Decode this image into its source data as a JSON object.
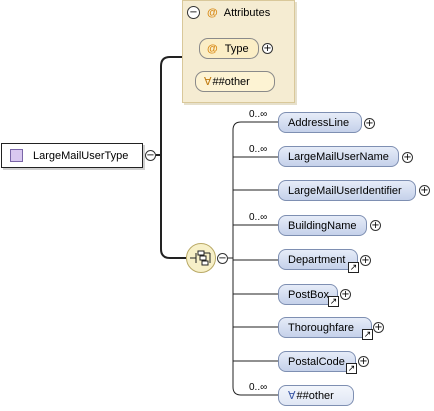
{
  "root": {
    "label": "LargeMailUserType",
    "type_icon": "complex-type-icon"
  },
  "attributes": {
    "title": "Attributes",
    "items": [
      {
        "label": "Type",
        "prefix": "@"
      },
      {
        "label": "##other",
        "prefix": "∀"
      }
    ]
  },
  "sequence": {
    "icon": "sequence-compositor-icon"
  },
  "children": [
    {
      "label": "AddressLine",
      "occurrence": "0..∞",
      "reference": false
    },
    {
      "label": "LargeMailUserName",
      "occurrence": "0..∞",
      "reference": false
    },
    {
      "label": "LargeMailUserIdentifier",
      "occurrence": "",
      "reference": false
    },
    {
      "label": "BuildingName",
      "occurrence": "0..∞",
      "reference": false
    },
    {
      "label": "Department",
      "occurrence": "",
      "reference": true
    },
    {
      "label": "PostBox",
      "occurrence": "",
      "reference": true
    },
    {
      "label": "Thoroughfare",
      "occurrence": "",
      "reference": true
    },
    {
      "label": "PostalCode",
      "occurrence": "",
      "reference": true
    },
    {
      "label": "##other",
      "prefix": "∀",
      "occurrence": "0..∞",
      "reference": false
    }
  ],
  "glyphs": {
    "collapse": "−",
    "expand": "+",
    "reference_arrow": "↗"
  }
}
